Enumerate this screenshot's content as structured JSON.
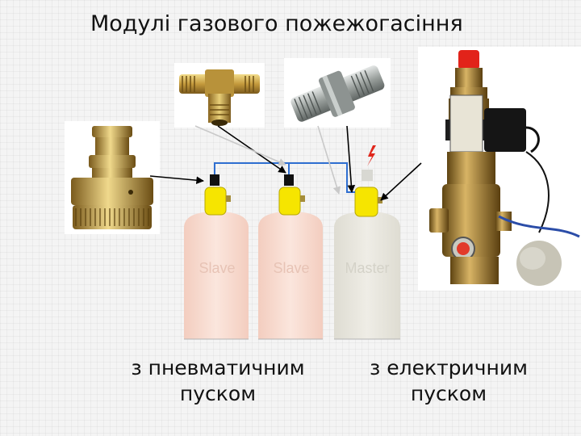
{
  "title": "Модулі газового пожежогасіння",
  "cylinders": [
    {
      "label": "Slave",
      "body_color": "#f9ddd3",
      "label_color": "#e7c3b5"
    },
    {
      "label": "Slave",
      "body_color": "#f9ddd3",
      "label_color": "#e7c3b5"
    },
    {
      "label": "Master",
      "body_color": "#e8e6dd",
      "label_color": "#d4d2c8"
    }
  ],
  "valve_color": "#f6e500",
  "pipe_color": "#2f6fd1",
  "lightning_color": "#e0261b",
  "captions": {
    "pneumatic": "з пневматичним пуском",
    "electric": "з електричним пуском"
  },
  "icons": [
    "lightning-icon"
  ]
}
